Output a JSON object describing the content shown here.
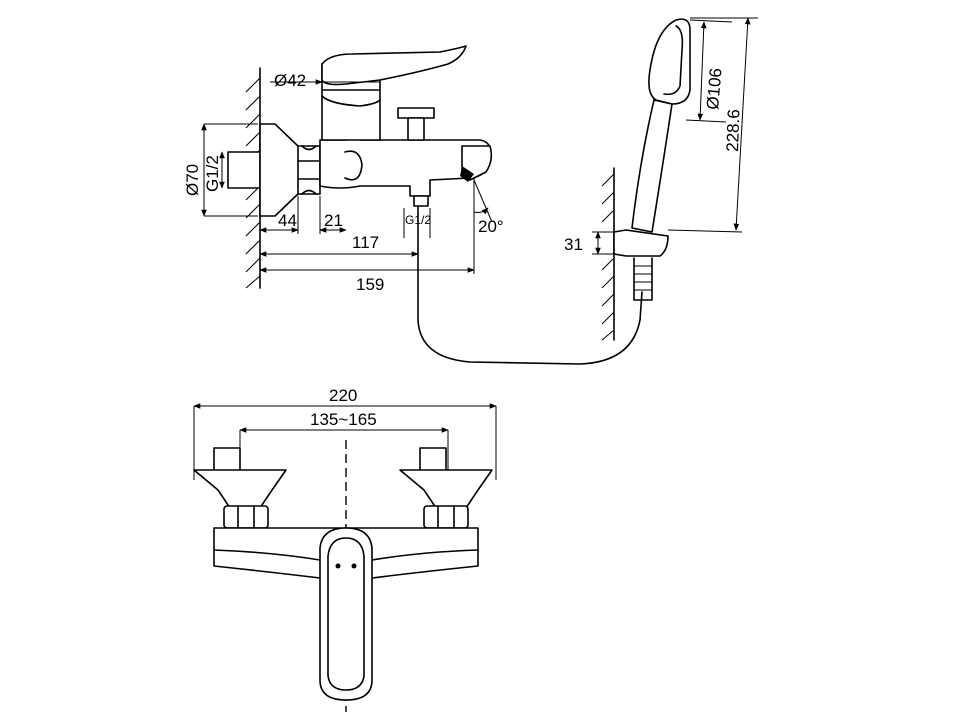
{
  "dimensions": {
    "d42": "Ø42",
    "d70": "Ø70",
    "g12_left": "G1/2",
    "g12_bottom": "G1/2",
    "d44": "44",
    "d21": "21",
    "d117": "117",
    "d159": "159",
    "angle20": "20°",
    "d106": "Ø106",
    "d228": "228.6",
    "d31": "31",
    "d220": "220",
    "d135_165": "135~165"
  }
}
